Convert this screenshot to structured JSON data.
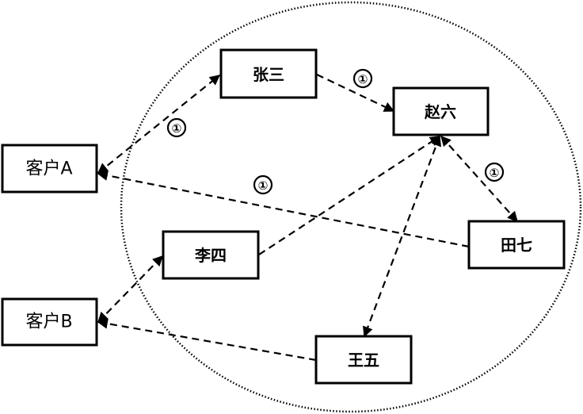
{
  "diagram": {
    "boundary": "group-ellipse",
    "nodes": [
      {
        "id": "customer_a",
        "label": "客户A"
      },
      {
        "id": "customer_b",
        "label": "客户B"
      },
      {
        "id": "zhangsan",
        "label": "张三"
      },
      {
        "id": "zhaoliu",
        "label": "赵六"
      },
      {
        "id": "lisi",
        "label": "李四"
      },
      {
        "id": "tianqi",
        "label": "田七"
      },
      {
        "id": "wangwu",
        "label": "王五"
      }
    ],
    "edges": [
      {
        "from": "customer_a",
        "to": "zhangsan",
        "arrows": "both",
        "label": "①"
      },
      {
        "from": "zhangsan",
        "to": "zhaoliu",
        "arrows": "end",
        "label": "①"
      },
      {
        "from": "zhaoliu",
        "to": "tianqi",
        "arrows": "end",
        "label": "①"
      },
      {
        "from": "tianqi",
        "to": "customer_a",
        "arrows": "end",
        "label": "①"
      },
      {
        "from": "customer_b",
        "to": "lisi",
        "arrows": "both",
        "label": ""
      },
      {
        "from": "lisi",
        "to": "zhaoliu",
        "arrows": "end",
        "label": ""
      },
      {
        "from": "zhaoliu",
        "to": "wangwu",
        "arrows": "both",
        "label": ""
      },
      {
        "from": "wangwu",
        "to": "customer_b",
        "arrows": "end",
        "label": ""
      }
    ]
  }
}
